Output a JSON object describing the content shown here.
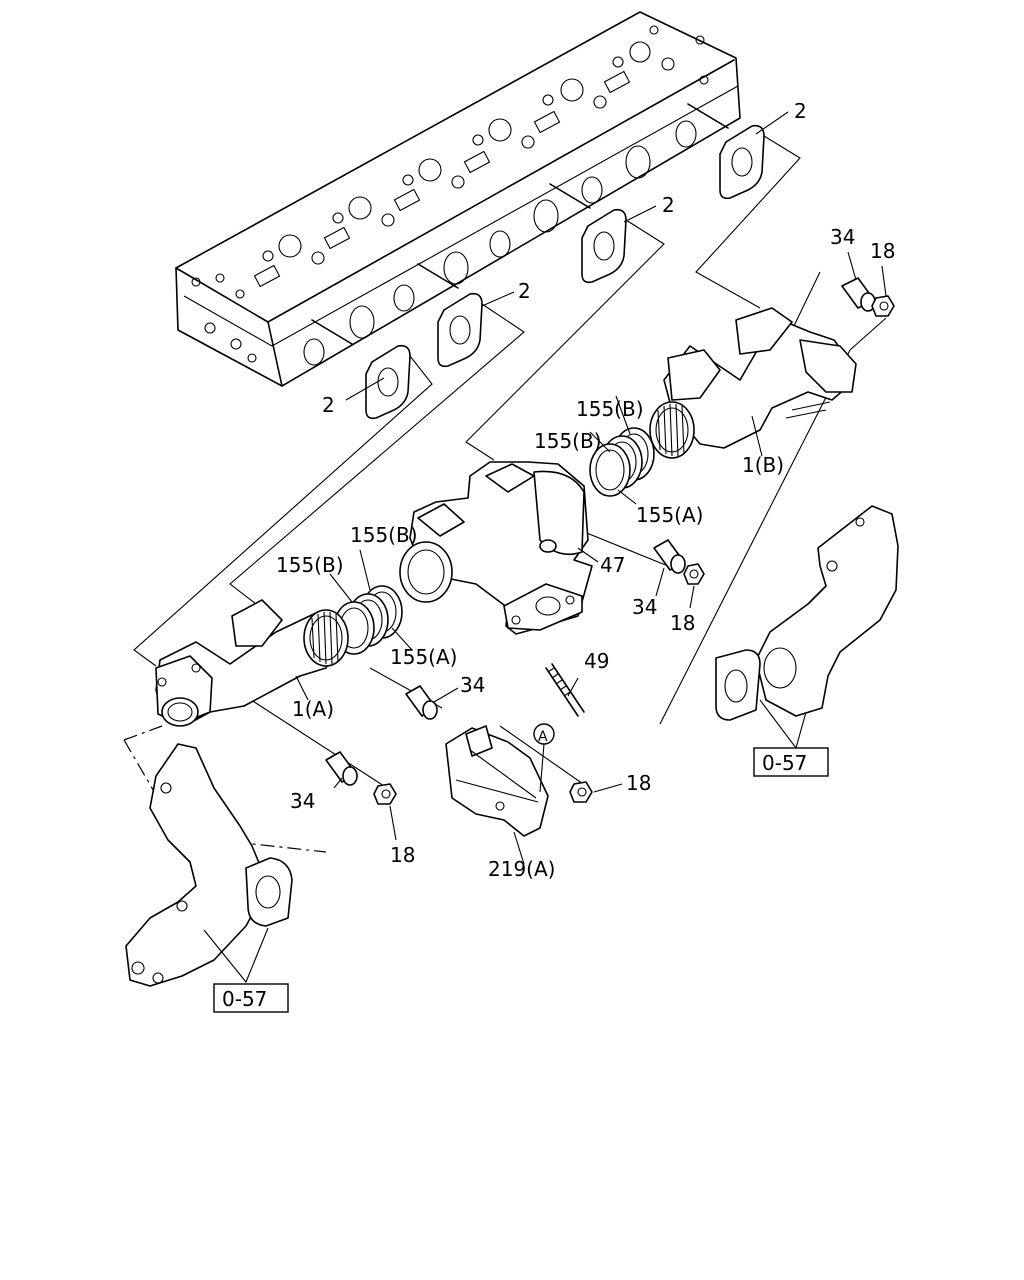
{
  "callouts": {
    "gasket_1": "2",
    "gasket_2": "2",
    "gasket_3": "2",
    "gasket_4": "2",
    "spacer_top": "34",
    "nut_top": "18",
    "ring_b_top_1": "155(B)",
    "ring_b_top_2": "155(B)",
    "ring_a_top": "155(A)",
    "pipe_b": "1(B)",
    "connector": "47",
    "spacer_mid": "34",
    "nut_mid": "18",
    "ring_b_low_1": "155(B)",
    "ring_b_low_2": "155(B)",
    "ring_a_low": "155(A)",
    "stud": "49",
    "pipe_a": "1(A)",
    "spacer_center": "34",
    "spacer_low": "34",
    "nut_low": "18",
    "nut_bracket": "18",
    "bracket": "219(A)",
    "view_marker": "A",
    "ref_right": "0-57",
    "ref_left": "0-57"
  }
}
